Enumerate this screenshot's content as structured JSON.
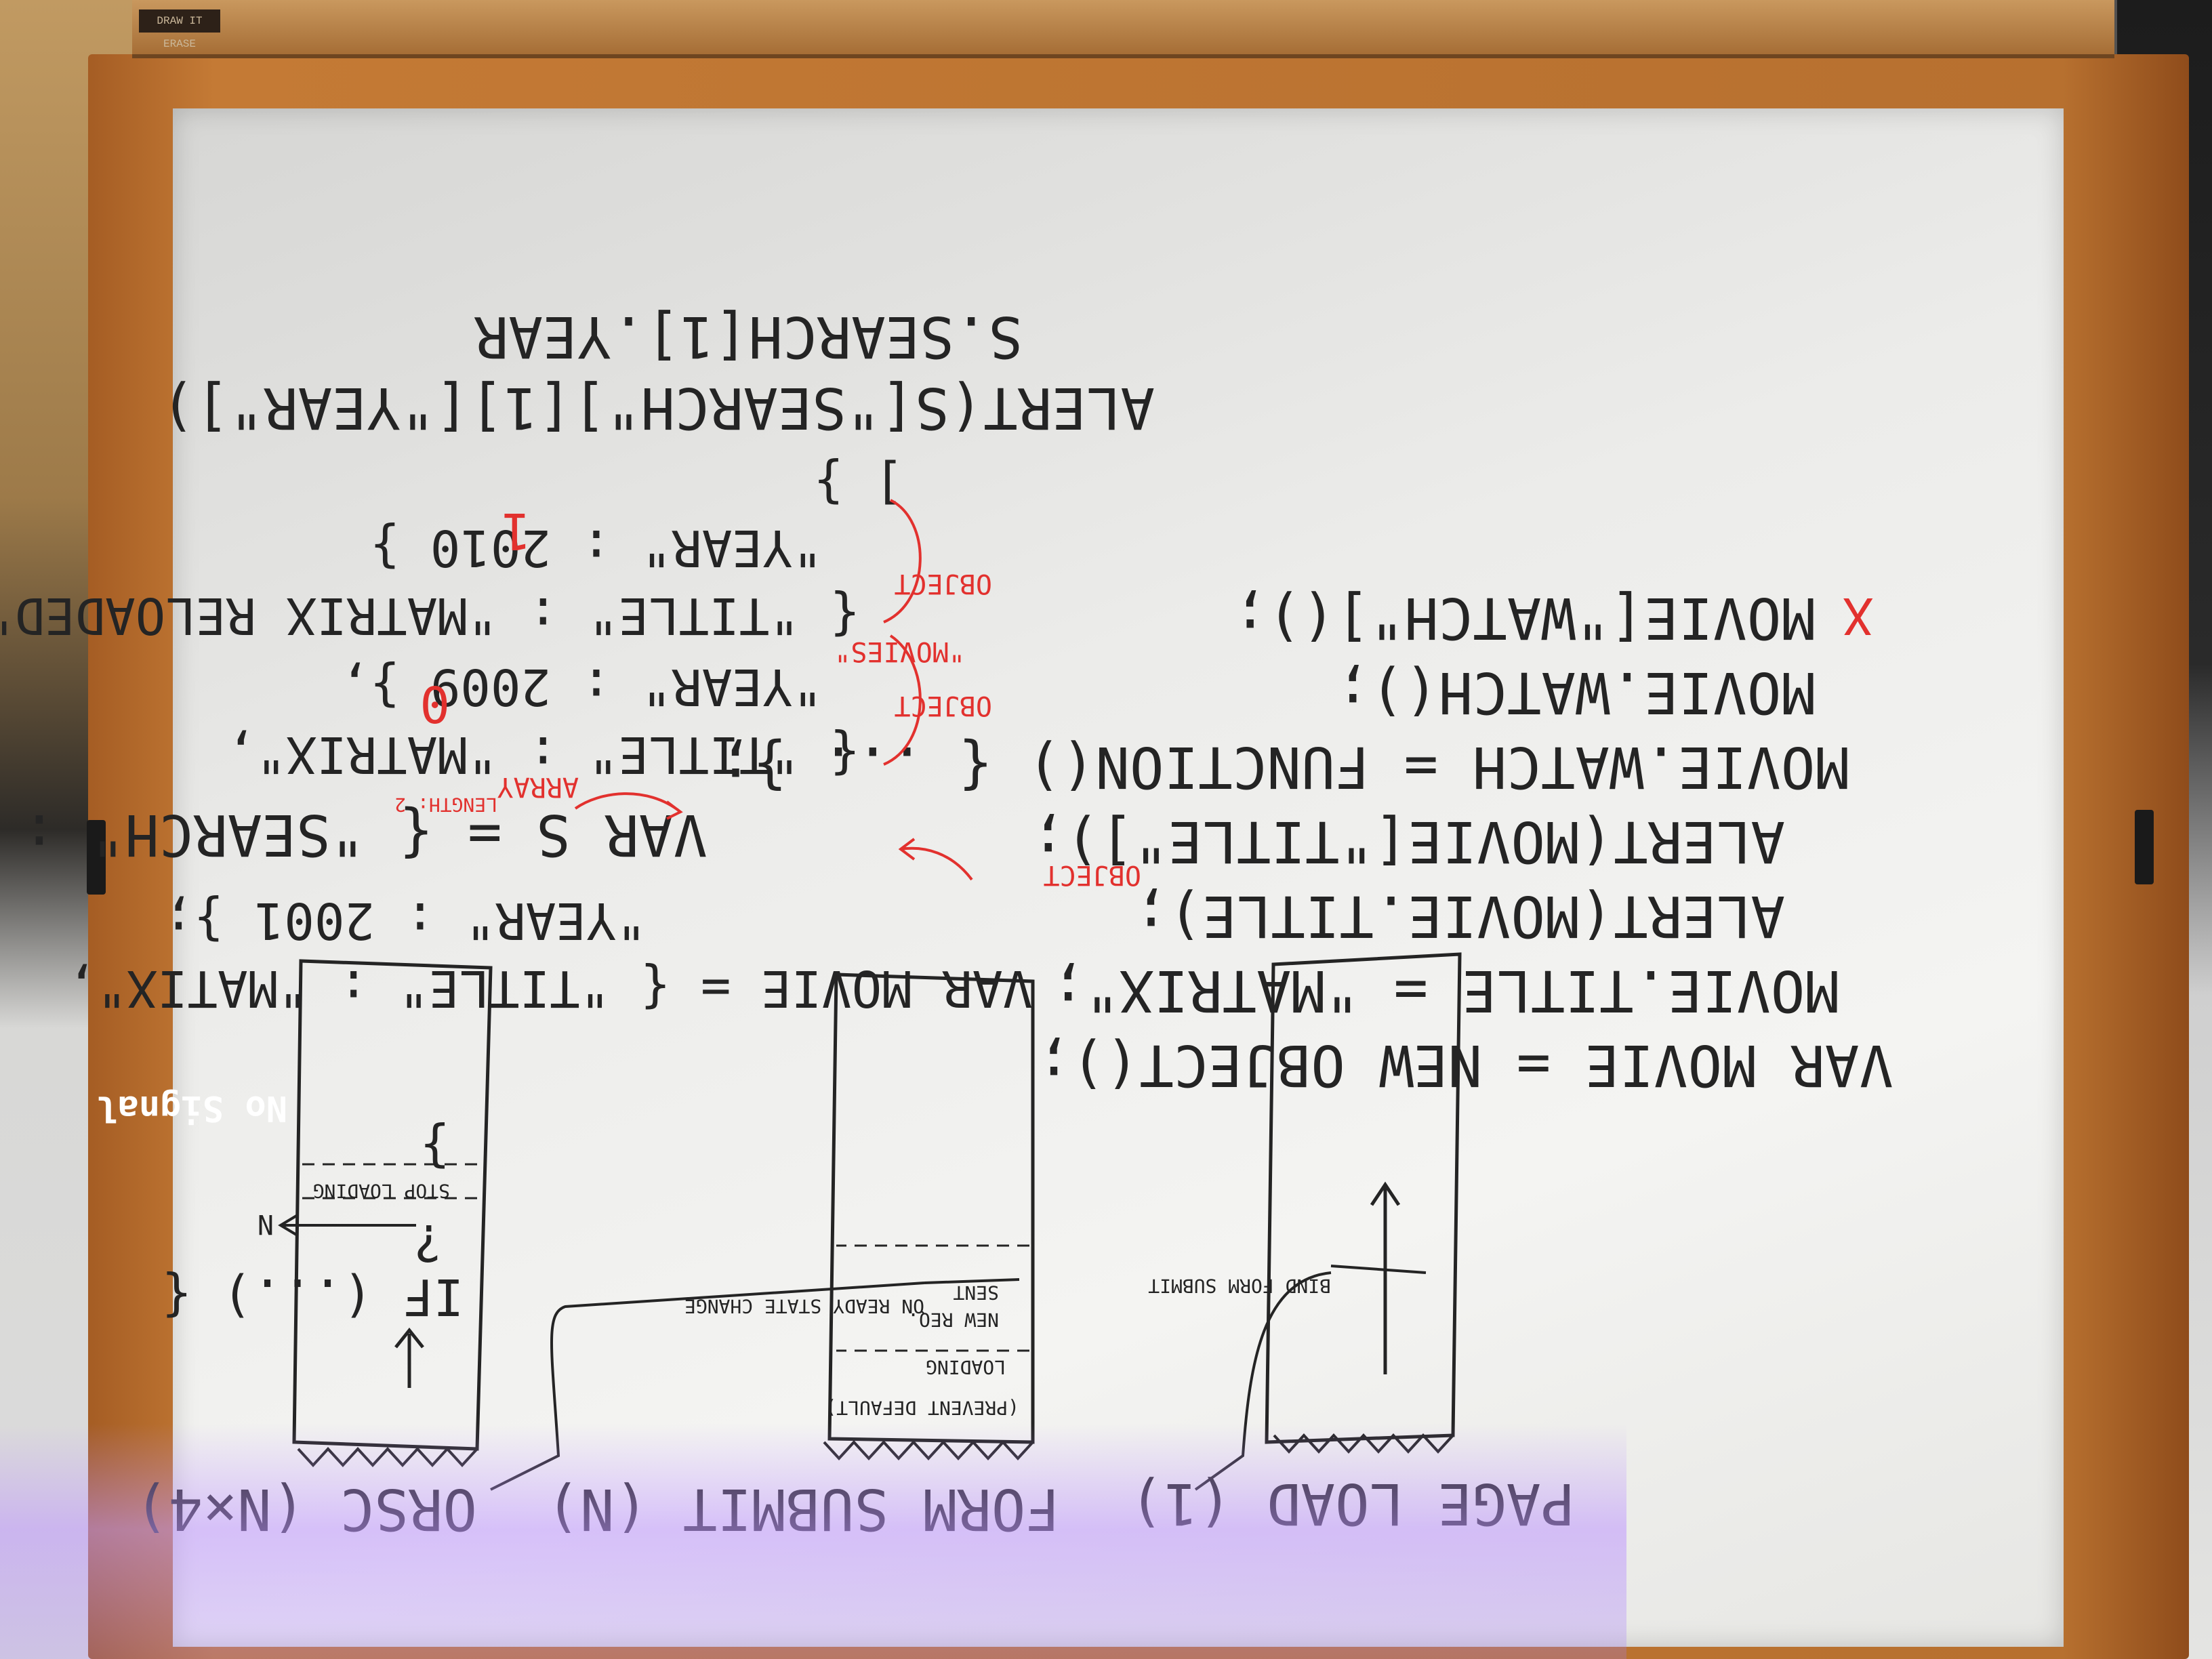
{
  "tray_label": "DRAW IT ERASE",
  "projection_text": "No Signal",
  "diagram": {
    "page_load": {
      "label": "PAGE LOAD (1)",
      "arrow_note": "BIND FORM SUBMIT"
    },
    "form_submit": {
      "label": "FORM SUBMIT (N)",
      "inside": [
        "(PREVENT DEFAULT)",
        "LOADING",
        "NEW REQ.",
        "SENT"
      ],
      "arrow_note": "ON READY STATE CHANGE"
    },
    "orsc": {
      "label": "ORSC (N×4)",
      "inside": [
        "IF (...) {",
        "?",
        "STOP LOADING",
        "}"
      ],
      "arrow_note": "N"
    }
  },
  "code_lines": [
    "VAR MOVIE = NEW OBJECT();",
    "MOVIE.TITLE = \"MATRIX\";",
    "ALERT(MOVIE.TITLE);",
    "ALERT(MOVIE[\"TITLE\"]);",
    "MOVIE.WATCH = FUNCTION() { ... };",
    "MOVIE.WATCH();",
    "MOVIE[\"WATCH\"]();"
  ],
  "literal_lines": [
    "VAR MOVIE = { \"TITLE\" : \"MATIX\",",
    "\"YEAR\" : 2001 };"
  ],
  "json_lines": [
    "VAR S = { \"SEARCH\" : [",
    "{ \"TITLE\" : \"MATRIX\",",
    "\"YEAR\" : 2009 },",
    "{ \"TITLE\" : \"MATRIX RELOADED\",",
    "\"YEAR\" : 2010 }",
    "] }",
    "ALERT(S[\"SEARCH\"][1][\"YEAR\"])",
    "S.SEARCH[1].YEAR"
  ],
  "annotations": {
    "object_top": "OBJECT",
    "array": "ARRAY",
    "length": "LENGTH: 2",
    "index_0": "0",
    "object_a": "OBJECT",
    "movies": "\"MOVIES\"",
    "object_b": "OBJECT",
    "index_1": "1",
    "error_mark": "X"
  }
}
